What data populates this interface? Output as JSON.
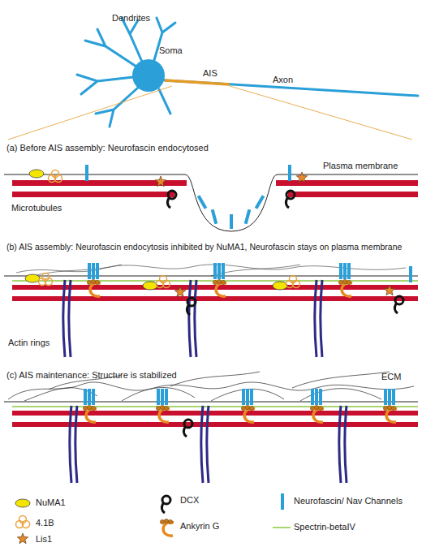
{
  "diagram": {
    "labels": [
      "Dendrites",
      "Soma",
      "AIS",
      "Axon",
      "(a) Before AIS assembly: Neurofascin endocytosed",
      "Plasma membrane",
      "Microtubules",
      "(b) AIS assembly: Neurofascin endocytosis inhibited by NuMA1, Neurofascin stays on plasma membrane",
      "Actin rings",
      "(c) AIS maintenance: Structure is stabilized",
      "ECM"
    ],
    "legend": [
      {
        "text": "NuMA1"
      },
      {
        "text": "4.1B"
      },
      {
        "text": "Lis1"
      },
      {
        "text": "DCX"
      },
      {
        "text": "Ankyrin G"
      },
      {
        "text": "Neurofascin/ Nav Channels"
      },
      {
        "text": "Spectrin-betaIV"
      }
    ]
  }
}
